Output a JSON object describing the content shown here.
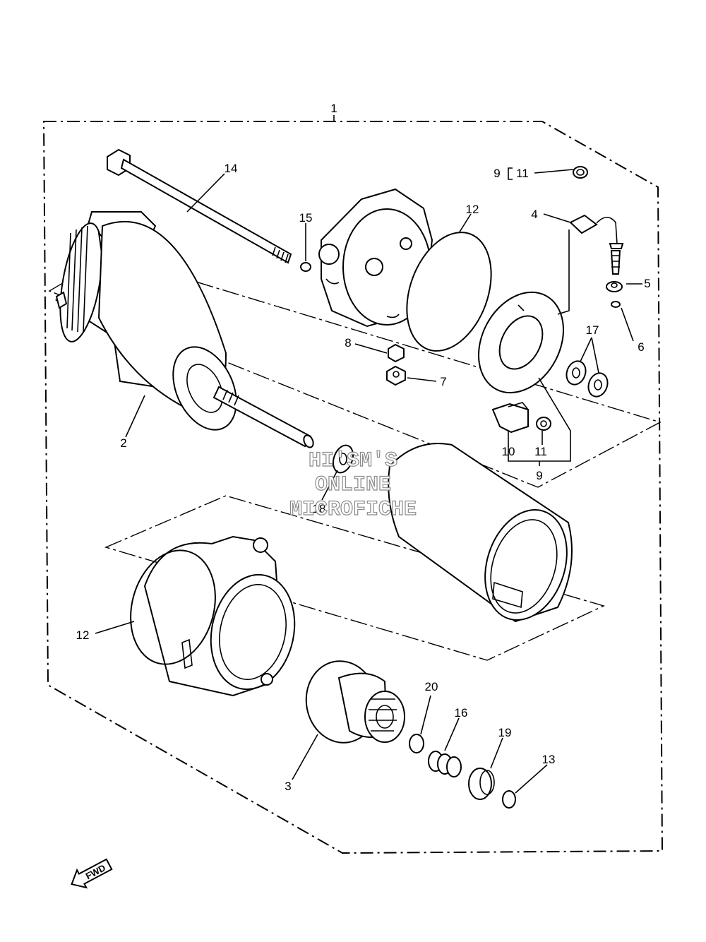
{
  "callouts": {
    "c1": "1",
    "c2": "2",
    "c3": "3",
    "c4": "4",
    "c5": "5",
    "c6": "6",
    "c7": "7",
    "c8": "8",
    "c9a": "9",
    "c11a": "11",
    "c9b": "9",
    "c10": "10",
    "c11b": "11",
    "c12a": "12",
    "c12b": "12",
    "c13": "13",
    "c14": "14",
    "c15": "15",
    "c16": "16",
    "c17": "17",
    "c18": "18",
    "c19": "19",
    "c20": "20"
  },
  "watermark": {
    "line1": "HI'SM'S",
    "line2": "ONLINE",
    "line3": "MICROFICHE"
  },
  "direction_badge": {
    "label": "FWD",
    "icon": "arrow-left-down-icon"
  }
}
